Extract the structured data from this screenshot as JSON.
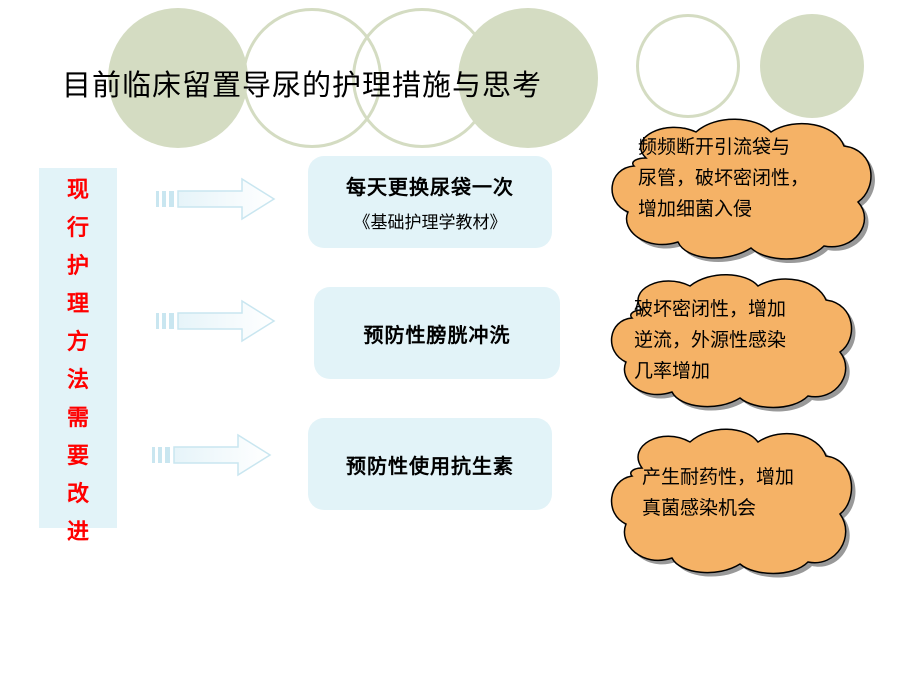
{
  "title": "目前临床留置导尿的护理措施与思考",
  "left_label": [
    "现",
    "行",
    "护",
    "理",
    "方",
    "法",
    "需",
    "要",
    "改",
    "进"
  ],
  "boxes": [
    {
      "main": "每天更换尿袋一次",
      "sub": "《基础护理学教材》"
    },
    {
      "main": "预防性膀胱冲洗",
      "sub": ""
    },
    {
      "main": "预防性使用抗生素",
      "sub": ""
    }
  ],
  "clouds": [
    {
      "lines": [
        "频频断开引流袋与",
        "尿管，破坏密闭性，",
        "增加细菌入侵"
      ]
    },
    {
      "lines": [
        "破坏密闭性，增加",
        "逆流，外源性感染",
        "几率增加"
      ]
    },
    {
      "lines": [
        "产生耐药性，增加",
        "真菌感染机会"
      ]
    }
  ],
  "colors": {
    "left_label_text": "#ff0000",
    "box_fill": "#e2f3f8",
    "cloud_fill": "#f5b266",
    "cloud_stroke": "#000000",
    "decor_circle": "#d4dcc2"
  }
}
